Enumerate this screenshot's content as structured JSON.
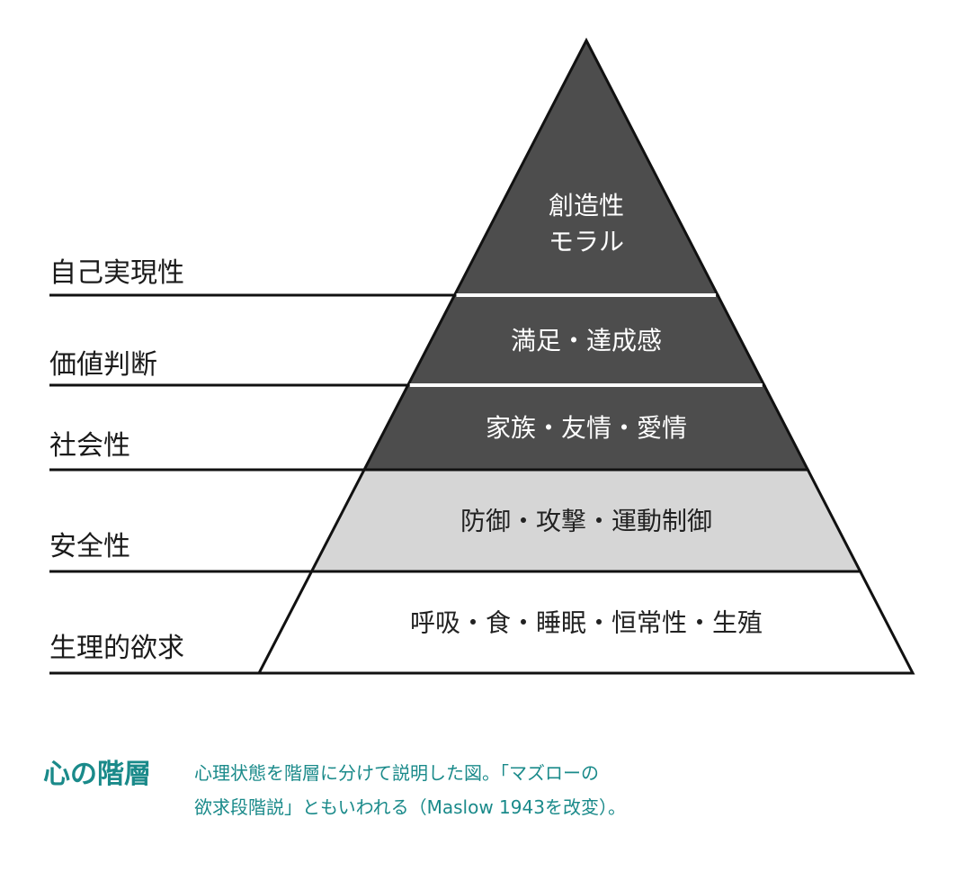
{
  "pyramid": {
    "tiers": [
      {
        "side_label": "自己実現性",
        "lines": [
          "創造性",
          "モラル"
        ],
        "shade": "#4d4d4d"
      },
      {
        "side_label": "価値判断",
        "lines": [
          "満足・達成感"
        ],
        "shade": "#4d4d4d"
      },
      {
        "side_label": "社会性",
        "lines": [
          "家族・友情・愛情"
        ],
        "shade": "#4d4d4d"
      },
      {
        "side_label": "安全性",
        "lines": [
          "防御・攻撃・運動制御"
        ],
        "shade": "#d6d6d6"
      },
      {
        "side_label": "生理的欲求",
        "lines": [
          "呼吸・食・睡眠・恒常性・生殖"
        ],
        "shade": "#ffffff"
      }
    ]
  },
  "caption": {
    "title": "心の階層",
    "line1": "心理状態を階層に分けて説明した図。「マズローの",
    "line2": "欲求段階説」ともいわれる（Maslow 1943を改変）。"
  },
  "colors": {
    "caption": "#1a8a8a",
    "dark_tier": "#4d4d4d",
    "mid_tier": "#d6d6d6",
    "outline": "#111111"
  }
}
